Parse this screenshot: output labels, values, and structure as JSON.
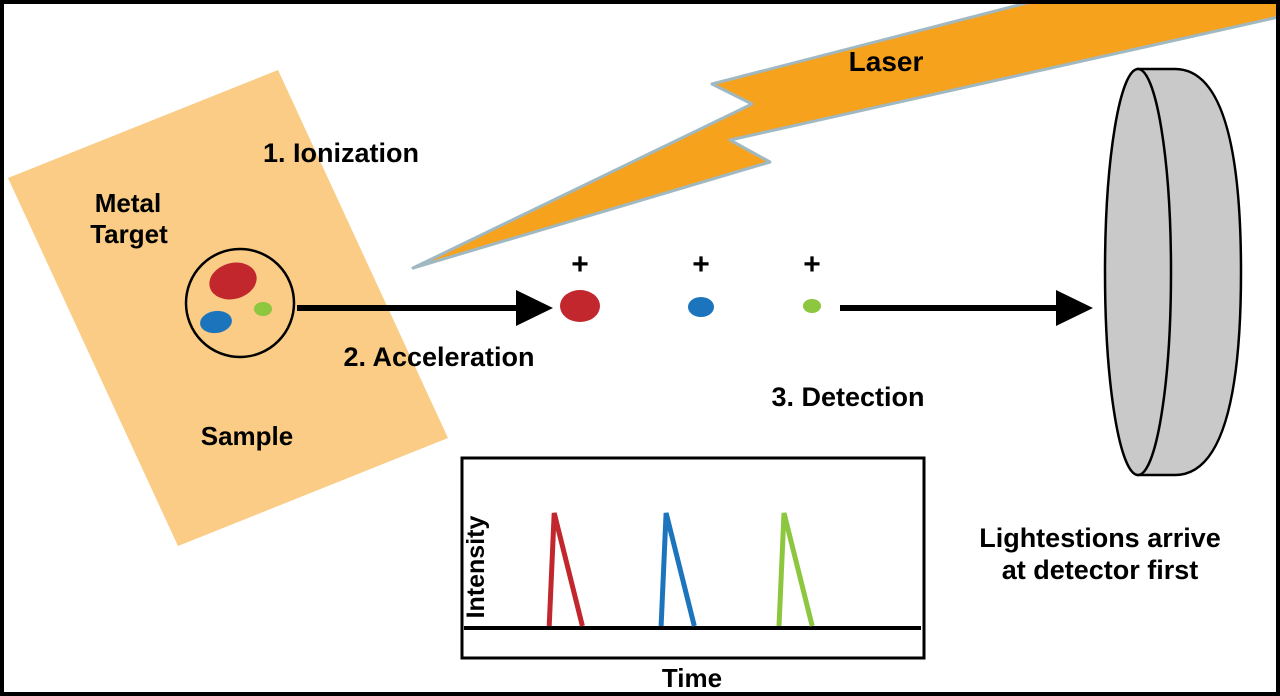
{
  "colors": {
    "target_fill": "#FACC85",
    "bolt_fill": "#F6A21C",
    "bolt_outline": "#9FB8C2",
    "detector_fill": "#C9C9C9",
    "red": "#C1272D",
    "blue": "#1C75BC",
    "green": "#8DC63F",
    "black": "#000000"
  },
  "labels": {
    "laser": "Laser",
    "step1": "1. Ionization",
    "step2": "2. Acceleration",
    "step3": "3. Detection",
    "metal_target_line1": "Metal",
    "metal_target_line2": "Target",
    "sample": "Sample",
    "plus": "+",
    "note_line1": "Lightestions arrive",
    "note_line2": "at detector first"
  },
  "chart_data": {
    "type": "line",
    "title": "",
    "xlabel": "Time",
    "ylabel": "Intensity",
    "xlim": [
      0,
      1
    ],
    "ylim": [
      0,
      1
    ],
    "grid": false,
    "legend": "none",
    "series": [
      {
        "name": "red-ion-peak",
        "color": "#C1272D",
        "points": [
          [
            0.185,
            0
          ],
          [
            0.196,
            1
          ],
          [
            0.258,
            0
          ]
        ]
      },
      {
        "name": "blue-ion-peak",
        "color": "#1C75BC",
        "points": [
          [
            0.431,
            0
          ],
          [
            0.442,
            1
          ],
          [
            0.504,
            0
          ]
        ]
      },
      {
        "name": "green-ion-peak",
        "color": "#8DC63F",
        "points": [
          [
            0.69,
            0
          ],
          [
            0.701,
            1
          ],
          [
            0.763,
            0
          ]
        ]
      }
    ]
  }
}
